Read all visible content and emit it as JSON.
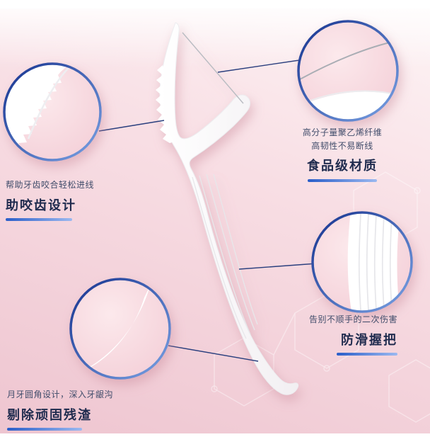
{
  "poster": {
    "colors": {
      "background_light_pink": "#fdf4f5",
      "background_deep_pink": "#eec5d0",
      "accent_blue": "#2a5ec9",
      "ring_blue": "#16338f",
      "title_navy": "#1f2b4e",
      "body_text": "#414d6b"
    },
    "callouts": {
      "bite": {
        "desc": "帮助牙齿咬合轻松进线",
        "title": "助咬齿设计"
      },
      "material": {
        "desc_line1": "高分子量聚乙烯纤维",
        "desc_line2": "高韧性不易断线",
        "title": "食品级材质"
      },
      "grip": {
        "desc": "告别不顺手的二次伤害",
        "title": "防滑握把"
      },
      "tip": {
        "desc": "月牙圆角设计，深入牙龈沟",
        "title": "剔除顽固残渣"
      }
    }
  }
}
